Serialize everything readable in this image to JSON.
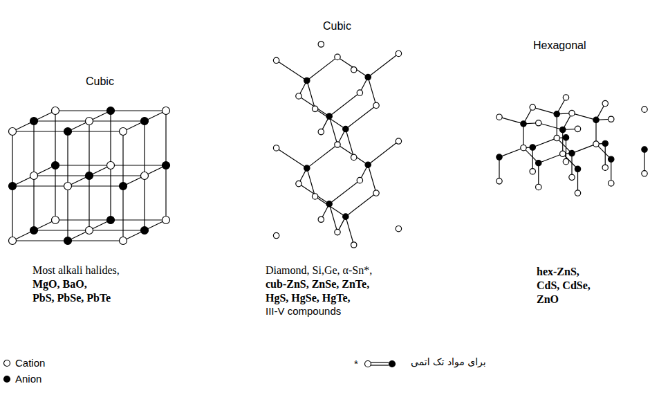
{
  "diagram": {
    "labels": [
      "Cubic",
      "Cubic",
      "Hexagonal",
      "Most alkali halides,",
      "MgO, BaO,",
      "PbS, PbSe, PbTe",
      "Diamond, Si,Ge, α-Sn*,",
      "cub-ZnS, ZnSe, ZnTe,",
      "HgS, HgSe, HgTe,",
      "III-V compounds",
      "hex-ZnS,",
      "CdS, CdSe,",
      "ZnO",
      "*",
      "برای مواد تک اتمی"
    ],
    "legend": [
      {
        "text": "Cation"
      },
      {
        "text": "Anion"
      }
    ]
  }
}
